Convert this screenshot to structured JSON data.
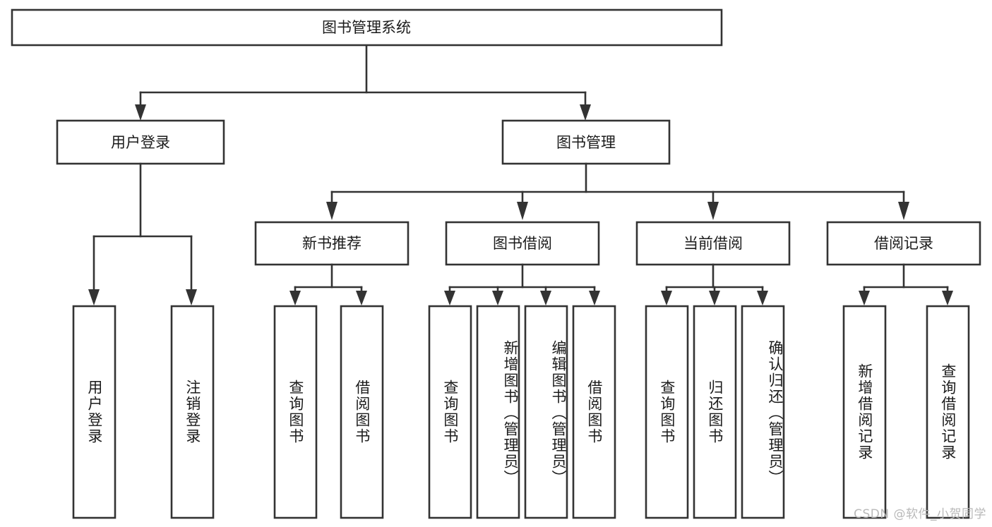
{
  "diagram": {
    "type": "hierarchy-tree",
    "title": "图书管理系统",
    "watermark": "CSDN @软件_小贺同学",
    "colors": {
      "stroke": "#333333",
      "box_fill": "#ffffff",
      "text": "#1b1b1b",
      "watermark": "#b9b9b9",
      "background": "#ffffff"
    },
    "root": {
      "id": "root",
      "label": "图书管理系统"
    },
    "level2": [
      {
        "id": "user-login",
        "label": "用户登录"
      },
      {
        "id": "book-manage",
        "label": "图书管理"
      }
    ],
    "level3": [
      {
        "id": "new-book-recommend",
        "label": "新书推荐",
        "parent": "book-manage"
      },
      {
        "id": "book-borrow",
        "label": "图书借阅",
        "parent": "book-manage"
      },
      {
        "id": "current-borrow",
        "label": "当前借阅",
        "parent": "book-manage"
      },
      {
        "id": "borrow-record",
        "label": "借阅记录",
        "parent": "book-manage"
      }
    ],
    "leaves": [
      {
        "id": "leaf-user-login",
        "label": "用户登录",
        "parent": "user-login"
      },
      {
        "id": "leaf-logout-login",
        "label": "注销登录",
        "parent": "user-login"
      },
      {
        "id": "leaf-query-book-1",
        "label": "查询图书",
        "parent": "new-book-recommend"
      },
      {
        "id": "leaf-borrow-book-1",
        "label": "借阅图书",
        "parent": "new-book-recommend"
      },
      {
        "id": "leaf-query-book-2",
        "label": "查询图书",
        "parent": "book-borrow"
      },
      {
        "id": "leaf-add-book",
        "label": "新增图书（管理员）",
        "parent": "book-borrow"
      },
      {
        "id": "leaf-edit-book",
        "label": "编辑图书（管理员）",
        "parent": "book-borrow"
      },
      {
        "id": "leaf-borrow-book-2",
        "label": "借阅图书",
        "parent": "book-borrow"
      },
      {
        "id": "leaf-query-book-3",
        "label": "查询图书",
        "parent": "current-borrow"
      },
      {
        "id": "leaf-return-book",
        "label": "归还图书",
        "parent": "current-borrow"
      },
      {
        "id": "leaf-confirm-return",
        "label": "确认归还（管理员）",
        "parent": "current-borrow"
      },
      {
        "id": "leaf-add-record",
        "label": "新增借阅记录",
        "parent": "borrow-record"
      },
      {
        "id": "leaf-query-record",
        "label": "查询借阅记录",
        "parent": "borrow-record"
      }
    ]
  }
}
